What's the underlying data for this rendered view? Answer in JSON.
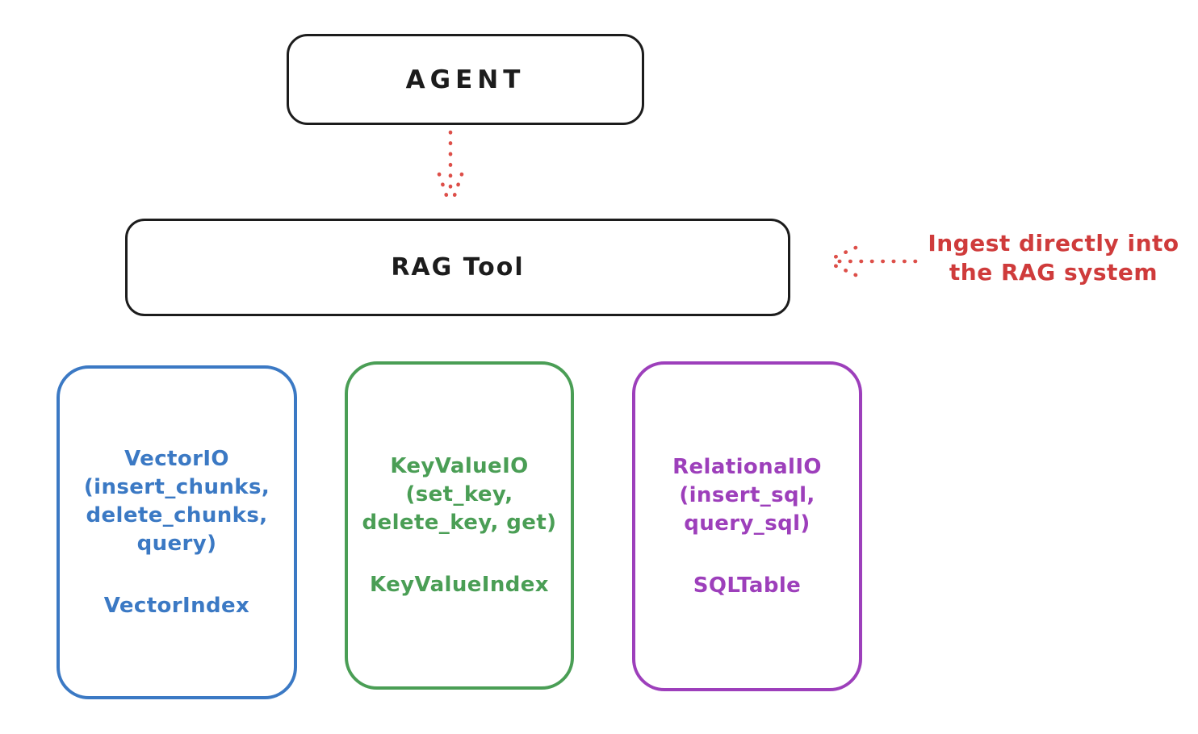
{
  "nodes": {
    "agent": {
      "label": "AGENT"
    },
    "rag_tool": {
      "label": "RAG Tool"
    }
  },
  "annotation": {
    "line1": "Ingest directly into",
    "line2": "the RAG system"
  },
  "arrows": [
    {
      "name": "agent-to-ragtool",
      "style": "dotted",
      "direction": "down"
    },
    {
      "name": "ingest-into-ragtool",
      "style": "dotted",
      "direction": "left"
    }
  ],
  "io_boxes": [
    {
      "name": "vector-io",
      "color": "#3b79c4",
      "lines": [
        "VectorIO",
        "(insert_chunks,",
        "delete_chunks,",
        "query)"
      ],
      "index_label": "VectorIndex"
    },
    {
      "name": "keyvalue-io",
      "color": "#4a9e55",
      "lines": [
        "KeyValueIO",
        "(set_key,",
        "delete_key, get)"
      ],
      "index_label": "KeyValueIndex"
    },
    {
      "name": "relational-io",
      "color": "#9d3fbb",
      "lines": [
        "RelationalIO",
        "(insert_sql,",
        "query_sql)"
      ],
      "index_label": "SQLTable"
    }
  ],
  "colors": {
    "outline": "#1c1c1c",
    "arrow_red": "#dd4f49",
    "annotation_red": "#cf3b3b",
    "background": "#ffffff"
  }
}
